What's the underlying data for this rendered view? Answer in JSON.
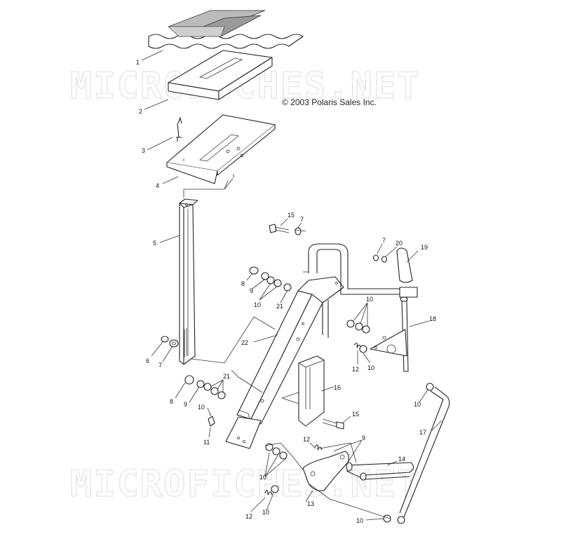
{
  "copyright": "© 2003 Polaris Sales Inc.",
  "watermarks": [
    "MICROFICHES.NET",
    "MICROFICHES.NET"
  ],
  "callouts": {
    "c1": "1",
    "c2": "2",
    "c3": "3",
    "c4": "4",
    "c5": "5",
    "c6": "6",
    "c7a": "7",
    "c8a": "8",
    "c9a": "9",
    "c10a": "10",
    "c21a": "21",
    "c22": "22",
    "c15a": "15",
    "c7b": "7",
    "c7c": "7",
    "c20": "20",
    "c19": "19",
    "c10b": "10",
    "c18": "18",
    "c12a": "12",
    "c10c": "10",
    "c16": "16",
    "c8b": "8",
    "c9b": "9",
    "c10d": "10",
    "c21b": "21",
    "c11": "11",
    "c15b": "15",
    "c10e": "10",
    "c17": "17",
    "c12b": "12",
    "c9c": "9",
    "c14": "14",
    "c10f": "10",
    "c13": "13",
    "c12c": "12",
    "c10g": "10",
    "c10h": "10"
  }
}
